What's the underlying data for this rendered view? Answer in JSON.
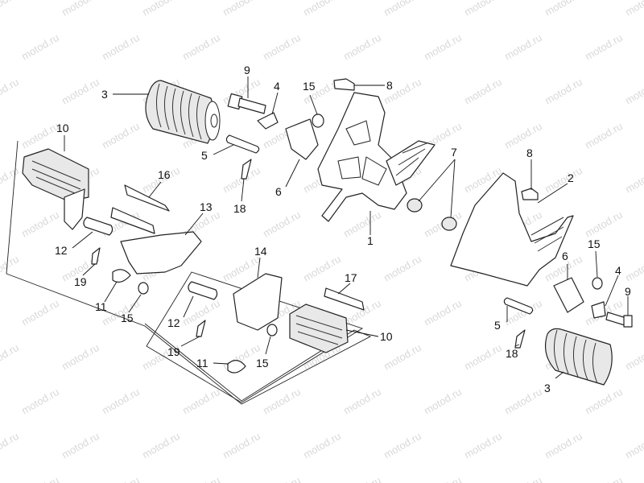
{
  "watermark": "motod.ru",
  "labels": [
    "1",
    "2",
    "3",
    "4",
    "5",
    "6",
    "7",
    "8",
    "9",
    "10",
    "11",
    "12",
    "13",
    "14",
    "15",
    "16",
    "17",
    "18",
    "19"
  ]
}
